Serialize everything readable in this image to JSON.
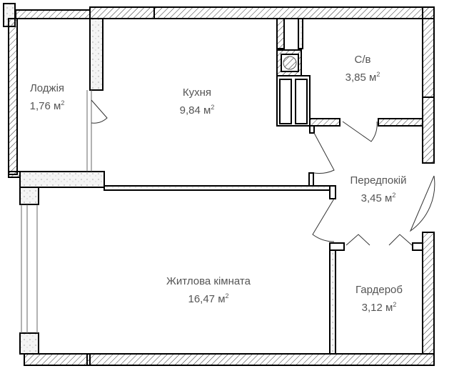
{
  "plan": {
    "rooms": [
      {
        "id": "loggia",
        "name": "Лоджія",
        "area": "1,76",
        "unit": "м",
        "sup": "2"
      },
      {
        "id": "kitchen",
        "name": "Кухня",
        "area": "9,84",
        "unit": "м",
        "sup": "2"
      },
      {
        "id": "bathroom",
        "name": "С/в",
        "area": "3,85",
        "unit": "м",
        "sup": "2"
      },
      {
        "id": "hallway",
        "name": "Передпокій",
        "area": "3,45",
        "unit": "м",
        "sup": "2"
      },
      {
        "id": "living",
        "name": "Житлова кімната",
        "area": "16,47",
        "unit": "м",
        "sup": "2"
      },
      {
        "id": "wardrobe",
        "name": "Гардероб",
        "area": "3,12",
        "unit": "м",
        "sup": "2"
      }
    ]
  }
}
